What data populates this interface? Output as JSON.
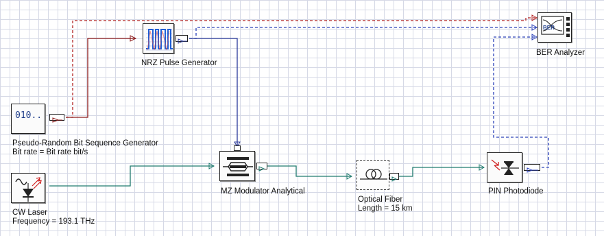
{
  "components": {
    "prbs": {
      "icon_text": "010..",
      "line1": "Pseudo-Random Bit Sequence Generator",
      "line2": "Bit rate = Bit rate  bit/s"
    },
    "nrz": {
      "label": "NRZ Pulse Generator"
    },
    "cw_laser": {
      "line1": "CW Laser",
      "line2": "Frequency = 193.1  THz"
    },
    "mz": {
      "label": "MZ Modulator Analytical"
    },
    "fiber": {
      "line1": "Optical Fiber",
      "line2": "Length = 15  km"
    },
    "pin": {
      "label": "PIN Photodiode"
    },
    "ber": {
      "icon_text": "BER",
      "label": "BER Analyzer"
    }
  },
  "colors": {
    "electrical_wire": "#8b1a1a",
    "optical_wire": "#1f7a6e",
    "signal_wire": "#2b3a9a",
    "reference_dashed": "#b02020",
    "monitor_dashed": "#2a40b8"
  }
}
